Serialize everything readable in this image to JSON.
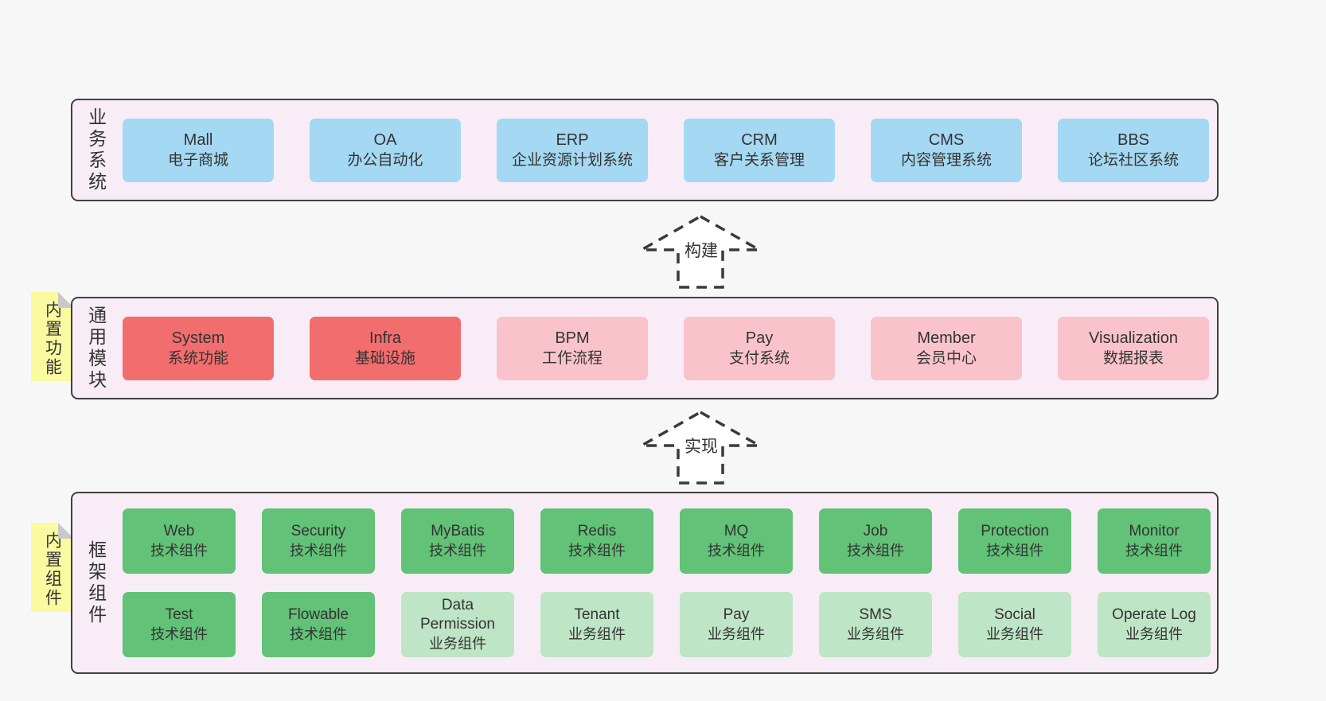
{
  "colors": {
    "page_bg": "#f7f7f7",
    "panel_bg": "#f8edf6",
    "panel_border": "#404040",
    "blue_box": "#a5d8f2",
    "red_box": "#f26d6d",
    "pink_box": "#fac3cc",
    "green_dark_box": "#62c277",
    "green_light_box": "#bee5c5",
    "sticky_yellow": "#fafaa0",
    "sticky_fold": "#c9c9c9",
    "text": "#333333"
  },
  "sections": {
    "business": {
      "label": "业务系统",
      "boxes": [
        {
          "en": "Mall",
          "zh": "电子商城"
        },
        {
          "en": "OA",
          "zh": "办公自动化"
        },
        {
          "en": "ERP",
          "zh": "企业资源计划系统"
        },
        {
          "en": "CRM",
          "zh": "客户关系管理"
        },
        {
          "en": "CMS",
          "zh": "内容管理系统"
        },
        {
          "en": "BBS",
          "zh": "论坛社区系统"
        }
      ]
    },
    "modules": {
      "label": "通用模块",
      "sticky": "内置功能",
      "boxes": [
        {
          "en": "System",
          "zh": "系统功能"
        },
        {
          "en": "Infra",
          "zh": "基础设施"
        },
        {
          "en": "BPM",
          "zh": "工作流程"
        },
        {
          "en": "Pay",
          "zh": "支付系统"
        },
        {
          "en": "Member",
          "zh": "会员中心"
        },
        {
          "en": "Visualization",
          "zh": "数据报表"
        }
      ]
    },
    "components": {
      "label": "框架组件",
      "sticky": "内置组件",
      "row1": [
        {
          "en": "Web",
          "zh": "技术组件"
        },
        {
          "en": "Security",
          "zh": "技术组件"
        },
        {
          "en": "MyBatis",
          "zh": "技术组件"
        },
        {
          "en": "Redis",
          "zh": "技术组件"
        },
        {
          "en": "MQ",
          "zh": "技术组件"
        },
        {
          "en": "Job",
          "zh": "技术组件"
        },
        {
          "en": "Protection",
          "zh": "技术组件"
        },
        {
          "en": "Monitor",
          "zh": "技术组件"
        }
      ],
      "row2": [
        {
          "en": "Test",
          "zh": "技术组件"
        },
        {
          "en": "Flowable",
          "zh": "技术组件"
        },
        {
          "en": "Data Permission",
          "zh": "业务组件"
        },
        {
          "en": "Tenant",
          "zh": "业务组件"
        },
        {
          "en": "Pay",
          "zh": "业务组件"
        },
        {
          "en": "SMS",
          "zh": "业务组件"
        },
        {
          "en": "Social",
          "zh": "业务组件"
        },
        {
          "en": "Operate Log",
          "zh": "业务组件"
        }
      ]
    }
  },
  "arrows": [
    {
      "label": "构建"
    },
    {
      "label": "实现"
    }
  ]
}
